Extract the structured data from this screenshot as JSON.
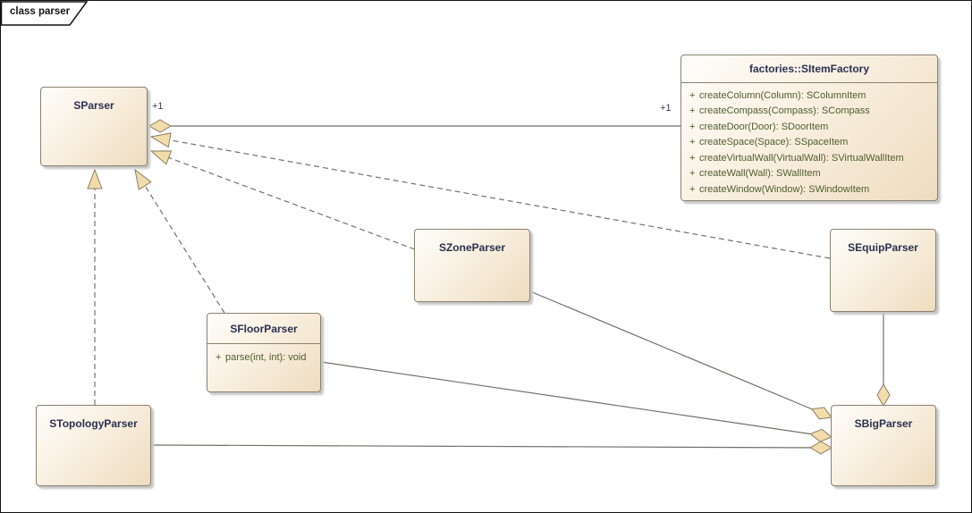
{
  "frame": {
    "label": "class parser"
  },
  "classes": {
    "sparser": {
      "name": "SParser"
    },
    "sitemfactory": {
      "name": "factories::SItemFactory",
      "methods": [
        {
          "vis": "+",
          "sig": "createColumn(Column): SColumnItem"
        },
        {
          "vis": "+",
          "sig": "createCompass(Compass): SCompass"
        },
        {
          "vis": "+",
          "sig": "createDoor(Door): SDoorItem"
        },
        {
          "vis": "+",
          "sig": "createSpace(Space): SSpaceItem"
        },
        {
          "vis": "+",
          "sig": "createVirtualWall(VirtualWall): SVirtualWallItem"
        },
        {
          "vis": "+",
          "sig": "createWall(Wall): SWallItem"
        },
        {
          "vis": "+",
          "sig": "createWindow(Window): SWindowItem"
        }
      ]
    },
    "szoneparser": {
      "name": "SZoneParser"
    },
    "sequipparser": {
      "name": "SEquipParser"
    },
    "sfloorparser": {
      "name": "SFloorParser",
      "methods": [
        {
          "vis": "+",
          "sig": "parse(int, int): void"
        }
      ]
    },
    "stopologyparser": {
      "name": "STopologyParser"
    },
    "sbigparser": {
      "name": "SBigParser"
    }
  },
  "connector_labels": {
    "sparser_multiplicity": "+1",
    "factory_multiplicity": "+1"
  },
  "relationships": [
    {
      "type": "aggregation",
      "from": "SParser",
      "to": "factories::SItemFactory",
      "source_label": "+1",
      "target_label": "+1"
    },
    {
      "type": "realization",
      "from": "SEquipParser",
      "to": "SParser"
    },
    {
      "type": "realization",
      "from": "SZoneParser",
      "to": "SParser"
    },
    {
      "type": "realization",
      "from": "SFloorParser",
      "to": "SParser"
    },
    {
      "type": "realization",
      "from": "STopologyParser",
      "to": "SParser"
    },
    {
      "type": "aggregation",
      "from": "SBigParser",
      "to": "SZoneParser"
    },
    {
      "type": "aggregation",
      "from": "SBigParser",
      "to": "SFloorParser"
    },
    {
      "type": "aggregation",
      "from": "SBigParser",
      "to": "STopologyParser"
    },
    {
      "type": "aggregation",
      "from": "SBigParser",
      "to": "SEquipParser"
    }
  ],
  "colors": {
    "box_fill_light": "#fffefb",
    "box_fill_dark": "#eedcc0",
    "box_border": "#8b8170",
    "title_text": "#2b3150",
    "member_text": "#4f5c2e",
    "connector_line": "#72726a",
    "arrowhead_fill": "#f2dcab",
    "frame_border": "#141414"
  }
}
